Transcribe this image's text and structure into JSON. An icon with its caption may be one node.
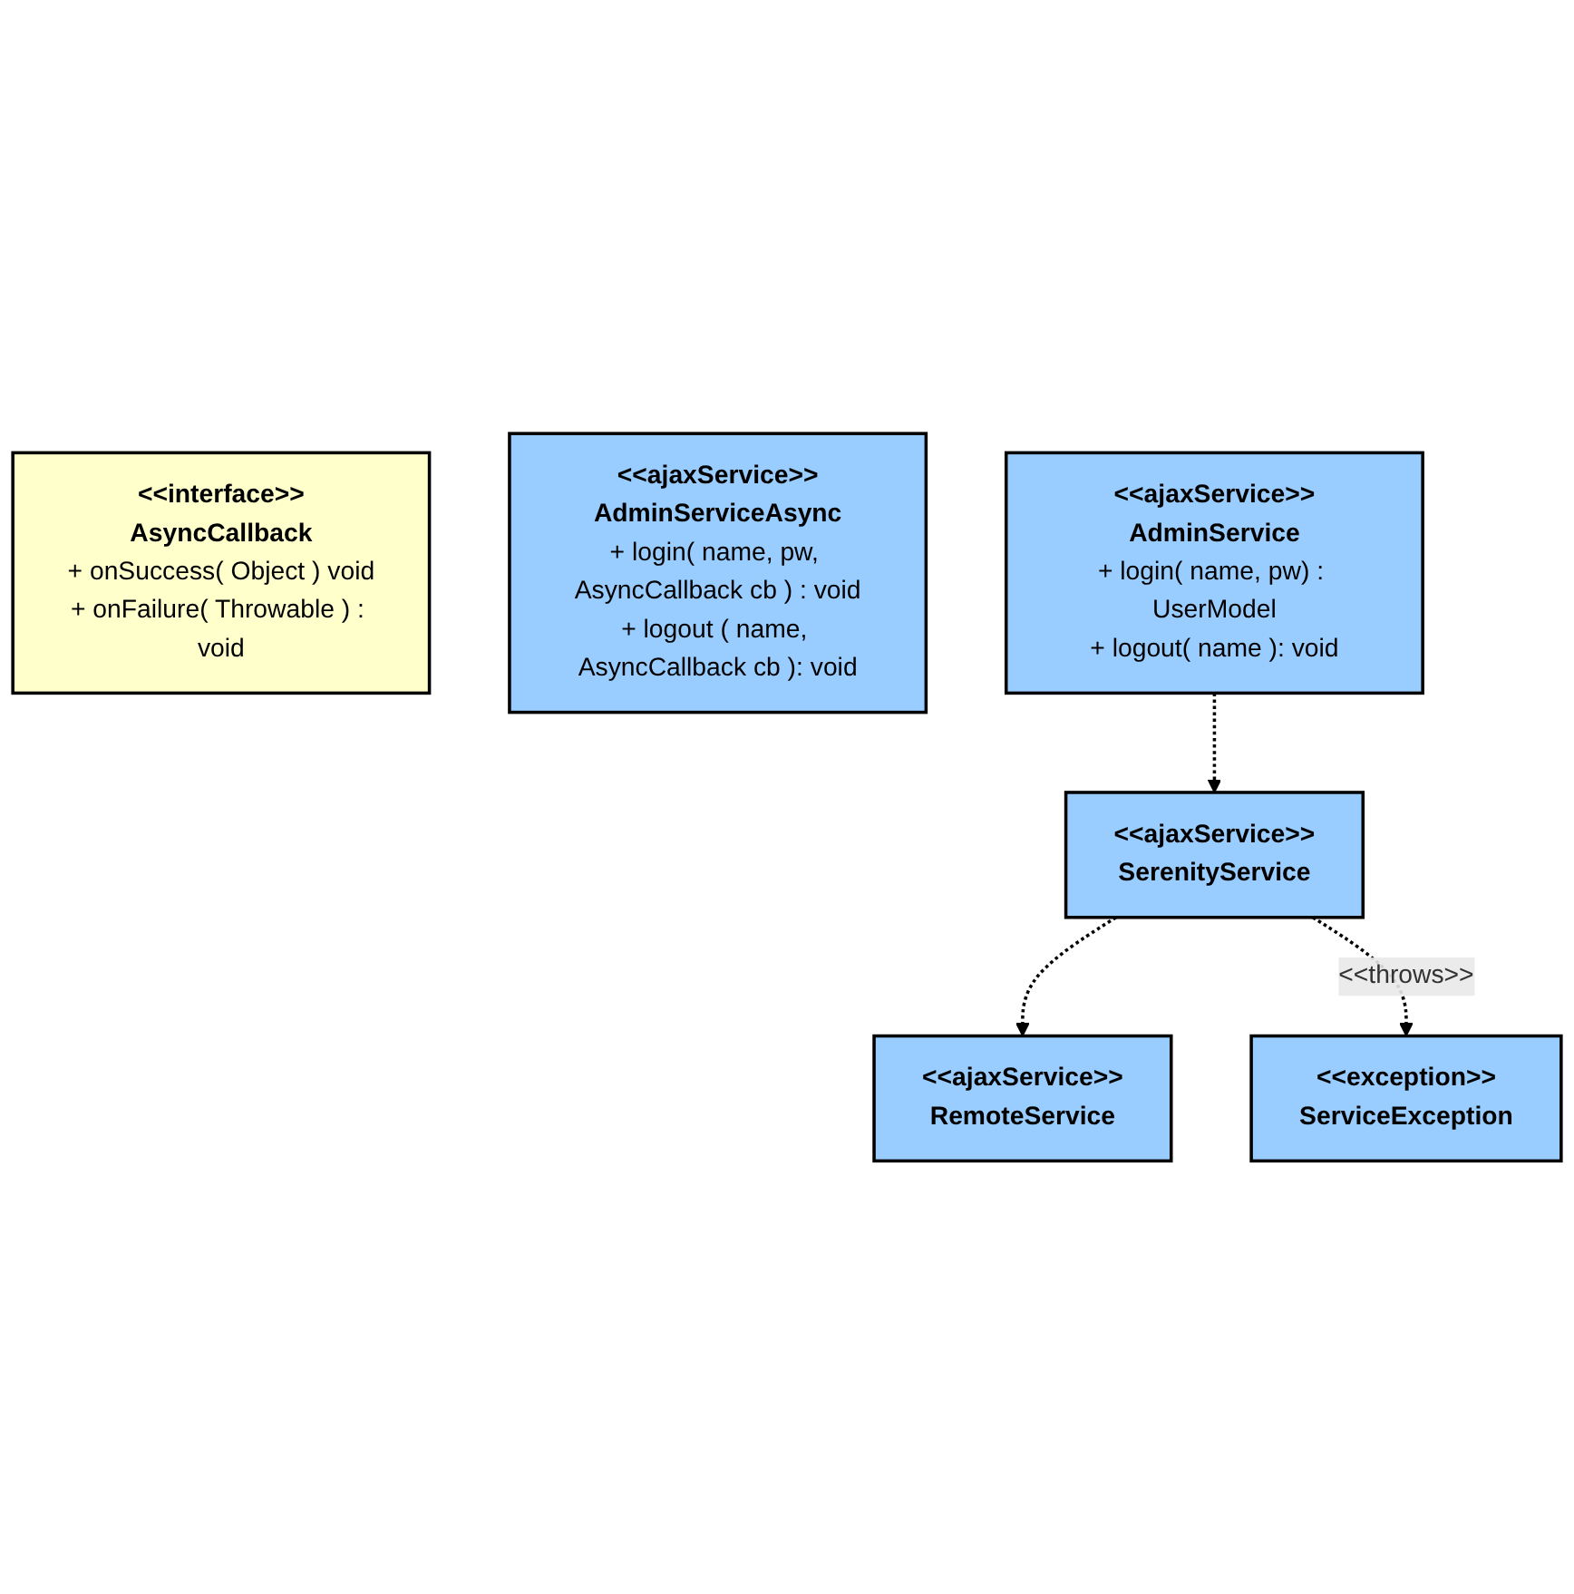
{
  "diagram": {
    "nodes": [
      {
        "text": [
          "<<interface>>",
          "AsyncCallback",
          "+ onSuccess( Object ) void",
          "+ onFailure( Throwable ) : void"
        ]
      },
      {
        "text": [
          "<<ajaxService>>",
          "AdminServiceAsync",
          "+ login( name, pw, AsyncCallback cb ) : void",
          "+ logout ( name, AsyncCallback cb ): void"
        ]
      },
      {
        "text": [
          "<<ajaxService>>",
          "RemoteService"
        ]
      },
      {
        "text": [
          "<<ajaxService>>",
          "SerenityService"
        ]
      },
      {
        "text": [
          "<<ajaxService>>",
          "AdminService",
          "+ login( name, pw) : UserModel",
          "+ logout( name ): void"
        ]
      },
      {
        "text": [
          "<<exception>>",
          "ServiceException"
        ]
      }
    ],
    "edges": [
      {
        "from": 3,
        "to": 2,
        "arrow": "to",
        "style": "dashed"
      },
      {
        "from": 4,
        "to": 3,
        "arrow": "to",
        "style": "dashed"
      },
      {
        "from": 3,
        "to": 5,
        "arrow": "to",
        "style": "dashed",
        "label": "<<throws>>"
      }
    ]
  }
}
